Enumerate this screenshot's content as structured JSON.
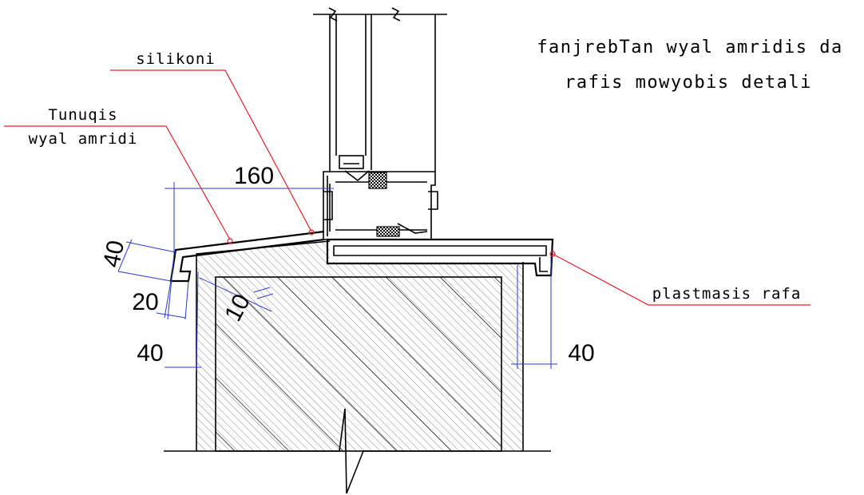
{
  "title": {
    "line1": "fanjrebTan wyal amridis da",
    "line2": "rafis mowyobis detali"
  },
  "labels": {
    "silicone": "silikoni",
    "tin_line1": "Tunuqis",
    "tin_line2": "wyal amridi",
    "plastic_sill": "plastmasis rafa"
  },
  "dimensions": {
    "d160": "160",
    "d40_top": "40",
    "d20": "20",
    "d10": "10",
    "d40_bottom_left": "40",
    "d40_right": "40"
  },
  "colors": {
    "leader": "#e0202a",
    "dimension": "#2a3bd0",
    "lines": "#000000"
  }
}
